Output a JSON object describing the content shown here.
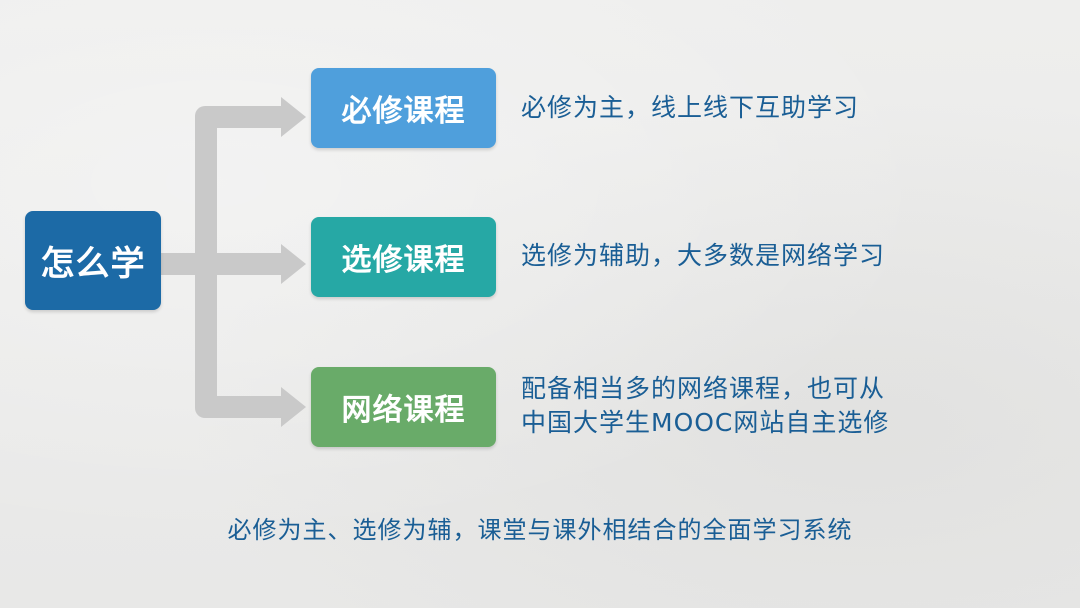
{
  "colors": {
    "root": "#1c6aa6",
    "branch_1": "#4f9fdc",
    "branch_2": "#26a8a5",
    "branch_3": "#69ab69",
    "connector": "#c9c9c9",
    "text": "#1a5e95"
  },
  "root": {
    "label": "怎么学"
  },
  "branches": [
    {
      "label": "必修课程",
      "description_lines": [
        "必修为主，线上线下互助学习"
      ]
    },
    {
      "label": "选修课程",
      "description_lines": [
        "选修为辅助，大多数是网络学习"
      ]
    },
    {
      "label": "网络课程",
      "description_lines": [
        "配备相当多的网络课程，也可从",
        "中国大学生MOOC网站自主选修"
      ]
    }
  ],
  "footer": "必修为主、选修为辅，课堂与课外相结合的全面学习系统"
}
